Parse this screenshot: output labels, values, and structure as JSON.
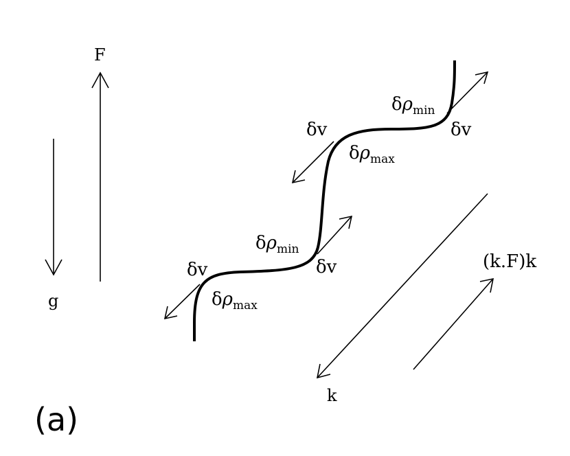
{
  "panel_label": "(a)",
  "vectors": {
    "force": "F",
    "gravity": "g",
    "wavevector": "k",
    "projection": "(k.F)k"
  },
  "annotations": {
    "delta": "δ",
    "rho": "ρ",
    "v": "v",
    "min": "min",
    "max": "max"
  }
}
